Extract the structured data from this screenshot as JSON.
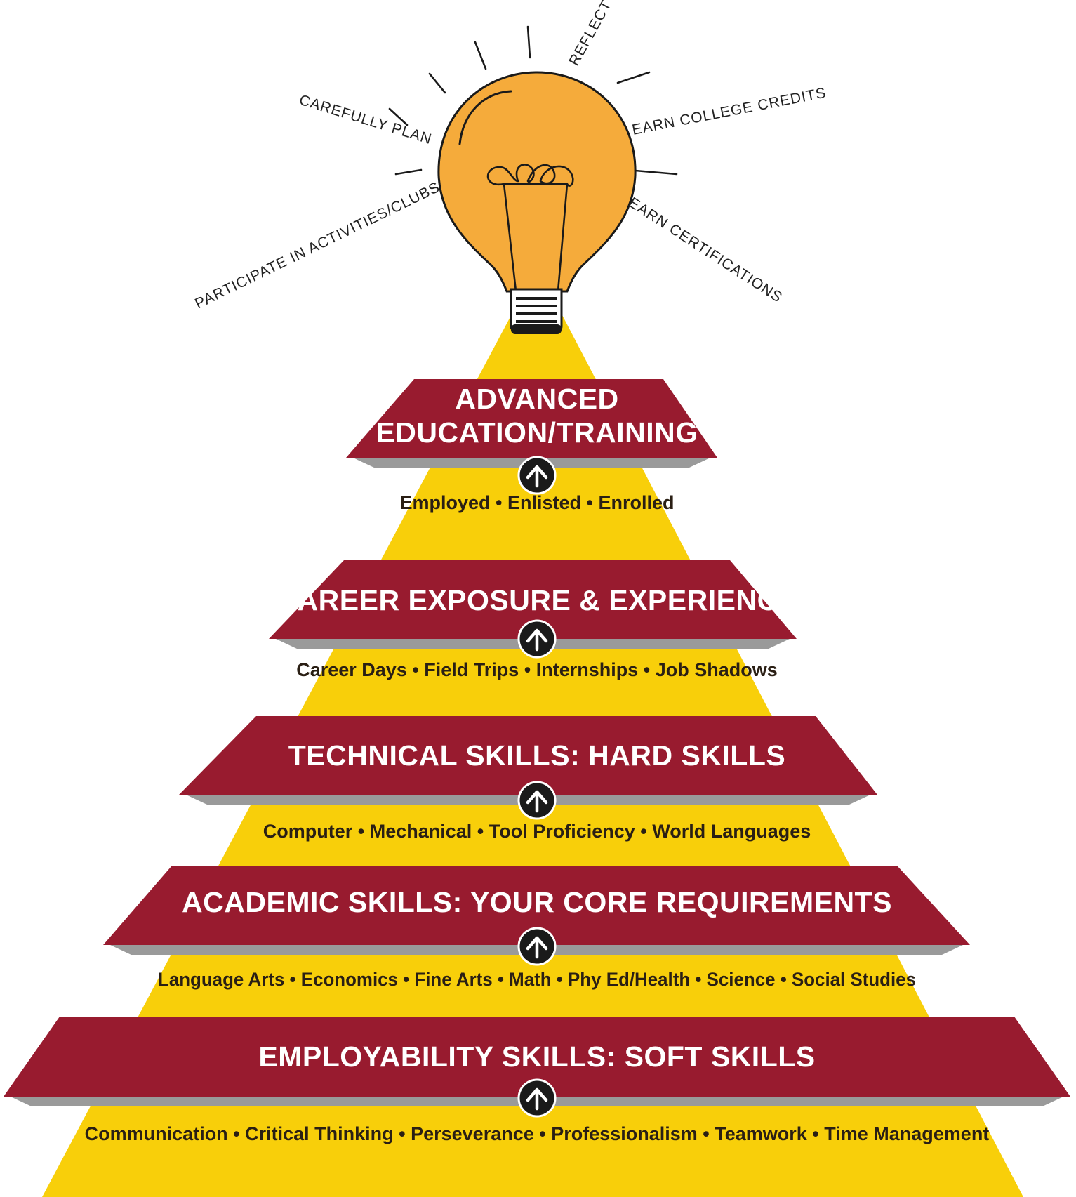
{
  "colors": {
    "pyramid_yellow": "#F8CF0A",
    "band_maroon": "#981B2F",
    "shadow_gray": "#9A9A9A",
    "bulb_orange": "#F5AB3B",
    "ink": "#1A1A1A"
  },
  "bulb": {
    "icon": "lightbulb-icon",
    "labels": {
      "reflect": "REFLECT",
      "carefully_plan": "CAREFULLY PLAN",
      "earn_college_credits": "EARN COLLEGE CREDITS",
      "participate": "PARTICIPATE IN ACTIVITIES/CLUBS",
      "earn_certifications": "EARN CERTIFICATIONS"
    }
  },
  "levels": [
    {
      "title_lines": [
        "ADVANCED",
        "EDUCATION/TRAINING"
      ],
      "items": "Employed • Enlisted • Enrolled",
      "icon": "up-arrow-icon"
    },
    {
      "title_lines": [
        "CAREER EXPOSURE & EXPERIENCE"
      ],
      "items": "Career Days • Field Trips • Internships • Job Shadows",
      "icon": "up-arrow-icon"
    },
    {
      "title_lines": [
        "TECHNICAL SKILLS: HARD SKILLS"
      ],
      "items": "Computer • Mechanical • Tool Proficiency • World Languages",
      "icon": "up-arrow-icon"
    },
    {
      "title_lines": [
        "ACADEMIC SKILLS: YOUR CORE REQUIREMENTS"
      ],
      "items": "Language Arts • Economics • Fine Arts • Math • Phy Ed/Health • Science • Social Studies",
      "icon": "up-arrow-icon"
    },
    {
      "title_lines": [
        "EMPLOYABILITY SKILLS: SOFT SKILLS"
      ],
      "items": "Communication • Critical Thinking • Perseverance • Professionalism • Teamwork • Time Management",
      "icon": "up-arrow-icon"
    }
  ]
}
